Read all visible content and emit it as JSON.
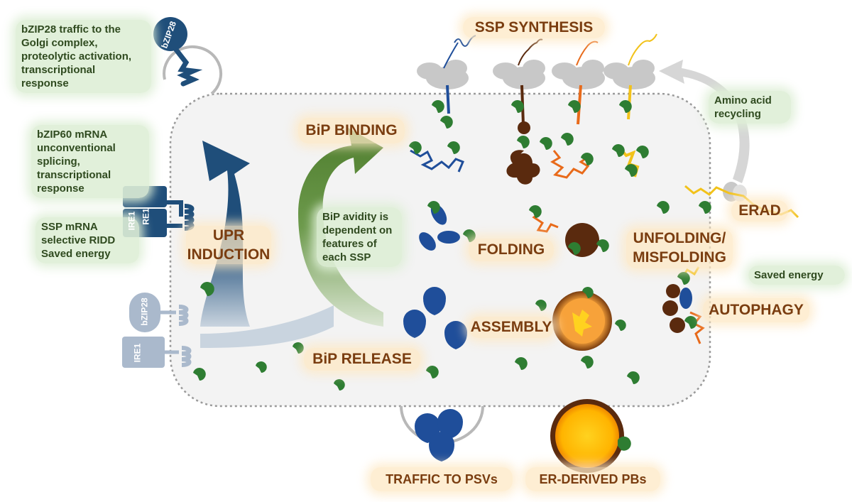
{
  "process_labels": {
    "ssp_synthesis": "SSP SYNTHESIS",
    "bip_binding": "BiP BINDING",
    "folding": "FOLDING",
    "assembly": "ASSEMBLY",
    "bip_release": "BiP RELEASE",
    "erad": "ERAD",
    "unfolding_misfolding": "UNFOLDING/ MISFOLDING",
    "autophagy": "AUTOPHAGY",
    "upr_induction": "UPR INDUCTION",
    "traffic_psvs": "TRAFFIC TO PSVs",
    "er_derived_pbs": "ER-DERIVED PBs"
  },
  "notes": {
    "bzip28_traffic": "bZIP28 traffic to the Golgi complex, proteolytic activation, transcriptional response",
    "bzip60_splicing": "bZIP60 mRNA unconventional splicing, transcriptional response",
    "ssp_ridd": "SSP mRNA selective RIDD Saved energy",
    "bip_avidity": "BiP avidity is dependent on features of each SSP",
    "amino_acid_recycling": "Amino acid recycling",
    "saved_energy": "Saved energy"
  },
  "protein_tags": {
    "bzip28_top": "bZIP28",
    "ire1_active_a": "RE1",
    "ire1_active_b": "IRE1",
    "bzip28_inactive": "bZIP28",
    "ire1_inactive": "IRE1"
  },
  "colors": {
    "er_lumen": "#f3f3f3",
    "upr_arrow": "#1f4e7a",
    "bip_arrow": "#4e7d2e",
    "bip": "#2e7d32",
    "ssp_blue": "#1f4e9a",
    "ssp_brown": "#5a2a0e",
    "ssp_orange": "#e86a1a",
    "ssp_yellow": "#f2c21a",
    "ribosome": "#c8c8c8",
    "label_text": "#7a3d10",
    "note_text": "#2f4a1f"
  }
}
